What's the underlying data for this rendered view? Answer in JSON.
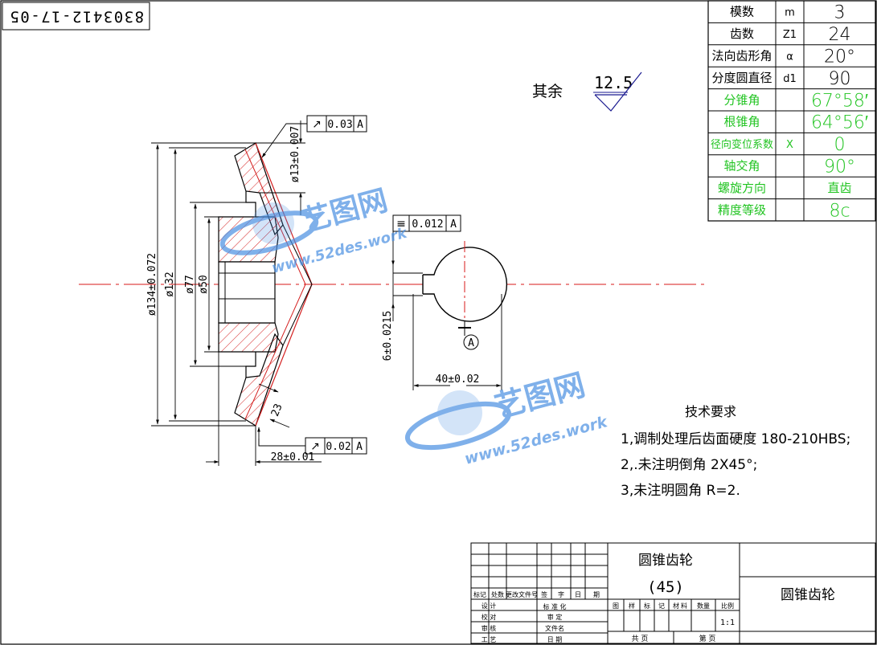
{
  "drawing_number": "8303412-17-05",
  "parameter_table": {
    "rows": [
      {
        "name": "模数",
        "symbol": "m",
        "value": "3",
        "green": false
      },
      {
        "name": "齿数",
        "symbol": "Z1",
        "value": "24",
        "green": false
      },
      {
        "name": "法向齿形角",
        "symbol": "α",
        "value": "20°",
        "green": false
      },
      {
        "name": "分度圆直径",
        "symbol": "d1",
        "value": "90",
        "green": false
      },
      {
        "name": "分锥角",
        "symbol": "",
        "value": "67°58′",
        "green": true
      },
      {
        "name": "根锥角",
        "symbol": "",
        "value": "64°56′",
        "green": true
      },
      {
        "name": "径向变位系数",
        "symbol": "X",
        "value": "0",
        "green": true
      },
      {
        "name": "轴交角",
        "symbol": "",
        "value": "90°",
        "green": true
      },
      {
        "name": "螺旋方向",
        "symbol": "",
        "value": "直齿",
        "green": true
      },
      {
        "name": "精度等级",
        "symbol": "",
        "value": "8c",
        "green": true
      }
    ]
  },
  "roughness": {
    "label": "其余",
    "value": "12.5"
  },
  "dimensions": {
    "d134": "ø134±0.072",
    "d132": "ø132",
    "d77": "ø77",
    "d50": "ø50",
    "d13": "ø13±0.007",
    "w28": "28±0.01",
    "w23": "23",
    "k6": "6±0.0215",
    "k40": "40±0.02"
  },
  "tolerances": {
    "runout_top": {
      "symbol": "↗",
      "value": "0.03",
      "datum": "A"
    },
    "runout_bottom": {
      "symbol": "↗",
      "value": "0.02",
      "datum": "A"
    },
    "symmetry": {
      "symbol": "≡",
      "value": "0.012",
      "datum": "A"
    },
    "datum_label": "A"
  },
  "tech_requirements": {
    "title": "技术要求",
    "items": [
      "1,调制处理后齿面硬度 180-210HBS;",
      "2,.未注明倒角 2X45°;",
      "3,未注明圆角 R=2."
    ]
  },
  "watermark": {
    "brand": "艺图网",
    "url": "www.52des.work"
  },
  "title_block": {
    "part_name": "圆锥齿轮",
    "material": "(45)",
    "part_name_right": "圆锥齿轮",
    "scale": "1:1",
    "header_labels": [
      "标记",
      "处数",
      "更改文件号",
      "签",
      "字",
      "日",
      "期"
    ],
    "role_labels": [
      "设 计",
      "校 对",
      "审 核",
      "工 艺"
    ],
    "std_label": "标 准 化",
    "approve_label": "审 定",
    "filename_label": "文件名",
    "date_label": "日 期",
    "columns": [
      "图",
      "样",
      "标",
      "记",
      "材",
      "料",
      "数量",
      "比例"
    ],
    "total_label": "共   页",
    "page_label": "第   页"
  },
  "colors": {
    "line": "#000000",
    "center": "#d81818",
    "section": "#d42020",
    "dim": "#1a1a90",
    "green": "#22c422",
    "watermark": "#4a90e2"
  }
}
